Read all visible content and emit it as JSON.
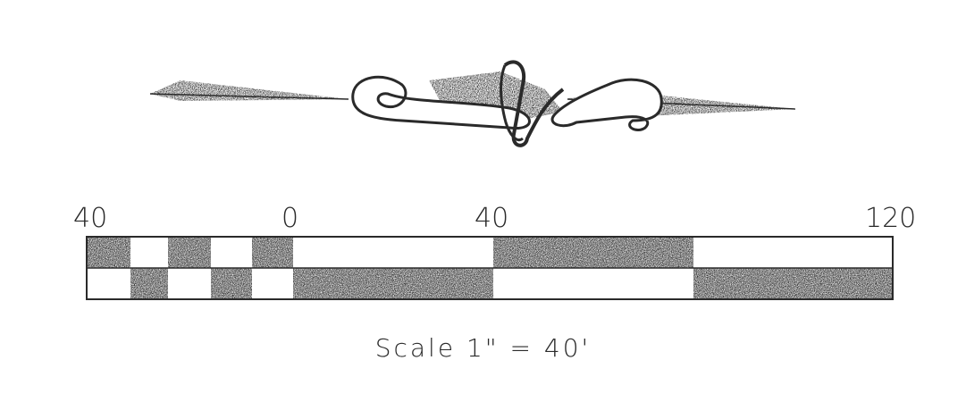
{
  "scale_bar": {
    "tick_labels": [
      "40",
      "0",
      "40",
      "120"
    ],
    "caption": "Scale 1\" = 40'"
  },
  "colors": {
    "ink": "#2a2a2a",
    "paper": "#ffffff"
  },
  "icons": [
    "north-arrow-icon"
  ]
}
